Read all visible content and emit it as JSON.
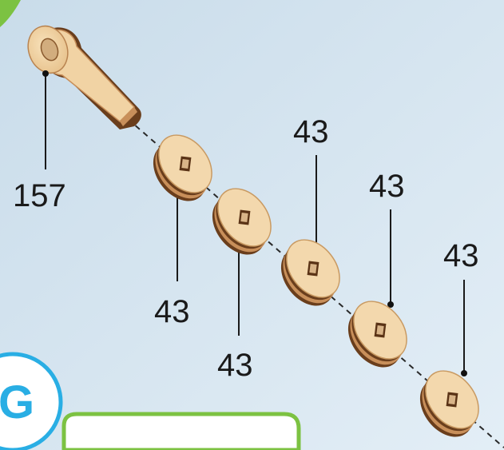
{
  "step": {
    "letter": "G",
    "circle_color": "#29aee4",
    "panel_border_color": "#7cc242"
  },
  "background_color": "#d8e7f2",
  "parts": {
    "crank": {
      "label": "157"
    },
    "spacers": [
      {
        "label": "43"
      },
      {
        "label": "43"
      },
      {
        "label": "43"
      },
      {
        "label": "43"
      },
      {
        "label": "43"
      }
    ]
  },
  "wood_colors": {
    "light": "#f1d3a4",
    "mid": "#c88f5a",
    "dark": "#6a3e1c"
  }
}
